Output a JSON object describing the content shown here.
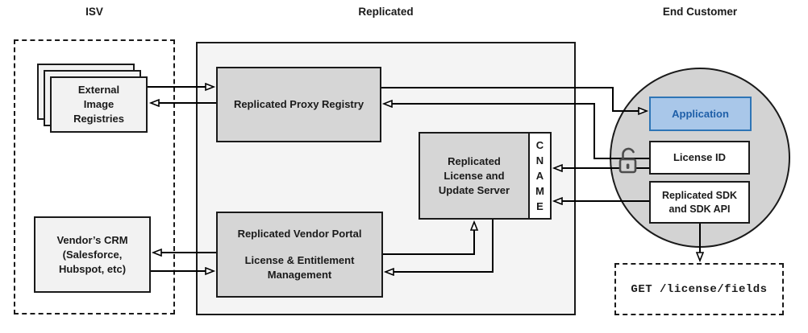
{
  "sections": {
    "isv": {
      "label": "ISV"
    },
    "replicated": {
      "label": "Replicated"
    },
    "end_customer": {
      "label": "End Customer"
    }
  },
  "nodes": {
    "external_image_registries": {
      "lines": [
        "External",
        "Image",
        "Registries"
      ]
    },
    "vendors_crm": {
      "lines": [
        "Vendor’s CRM",
        "(Salesforce,",
        "Hubspot, etc)"
      ]
    },
    "proxy_registry": {
      "label": "Replicated Proxy Registry"
    },
    "license_update_server": {
      "lines": [
        "Replicated",
        "License and",
        "Update Server"
      ]
    },
    "cname": {
      "letters": [
        "C",
        "N",
        "A",
        "M",
        "E"
      ]
    },
    "vendor_portal": {
      "line1": "Replicated Vendor Portal",
      "line2": "License & Entitlement",
      "line3": "Management"
    },
    "application": {
      "label": "Application"
    },
    "license_id": {
      "label": "License ID"
    },
    "replicated_sdk": {
      "lines": [
        "Replicated SDK",
        "and SDK API"
      ]
    },
    "get_request": {
      "label": "GET /license/fields"
    }
  },
  "icons": {
    "lock": "open-padlock"
  },
  "colors": {
    "edge": "#000000",
    "border_dark": "#1a1a1a",
    "container_fill": "#f4f4f4",
    "node_gray_fill": "#d6d6d6",
    "circle_fill": "#d3d3d3",
    "light_box_fill": "#f2f2f2",
    "white": "#ffffff",
    "app_fill": "#a9c7e9",
    "app_border": "#2e75b6",
    "app_text": "#1f5fa8",
    "lock": "#4d4d4d"
  }
}
